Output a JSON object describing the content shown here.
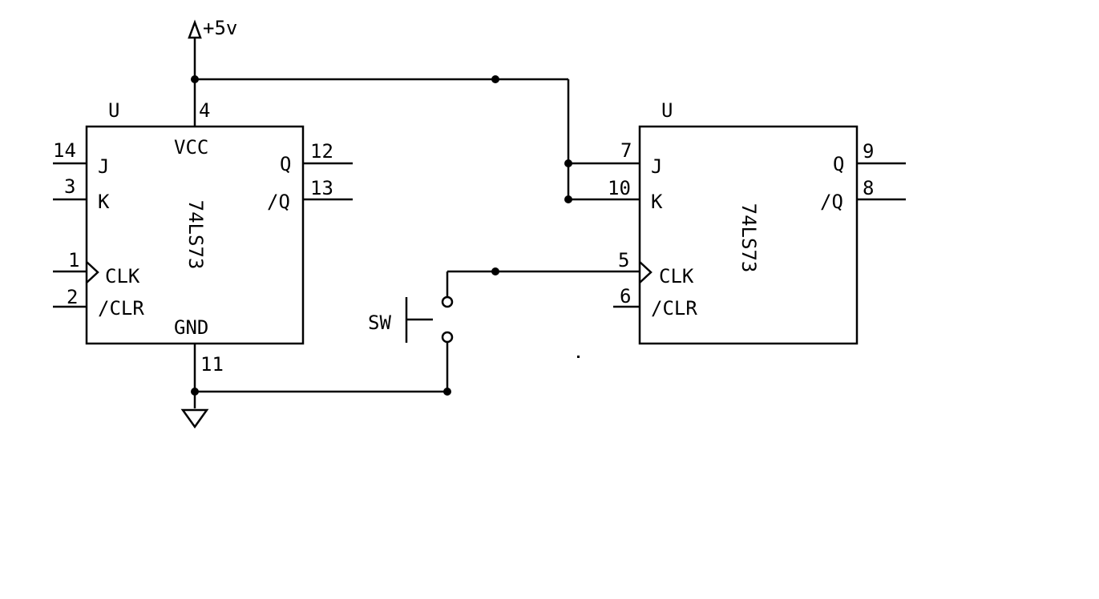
{
  "supply": {
    "label": "+5v"
  },
  "chip1": {
    "ref": "U",
    "part": "74LS73",
    "vcc_label": "VCC",
    "gnd_label": "GND",
    "vcc_pin": "4",
    "gnd_pin": "11",
    "pins_left": [
      {
        "num": "14",
        "name": "J"
      },
      {
        "num": "3",
        "name": "K"
      },
      {
        "num": "1",
        "name": "CLK"
      },
      {
        "num": "2",
        "name": "/CLR"
      }
    ],
    "pins_right": [
      {
        "num": "12",
        "name": "Q"
      },
      {
        "num": "13",
        "name": "/Q"
      }
    ]
  },
  "chip2": {
    "ref": "U",
    "part": "74LS73",
    "pins_left": [
      {
        "num": "7",
        "name": "J"
      },
      {
        "num": "10",
        "name": "K"
      },
      {
        "num": "5",
        "name": "CLK"
      },
      {
        "num": "6",
        "name": "/CLR"
      }
    ],
    "pins_right": [
      {
        "num": "9",
        "name": "Q"
      },
      {
        "num": "8",
        "name": "/Q"
      }
    ]
  },
  "switch": {
    "label": "SW"
  },
  "colors": {
    "ink": "#000000",
    "background": "#ffffff"
  }
}
